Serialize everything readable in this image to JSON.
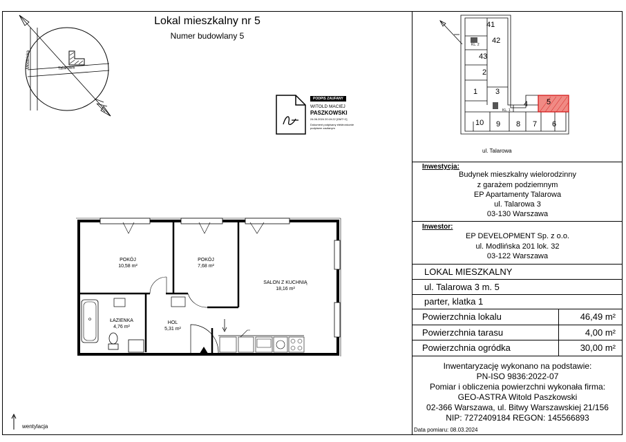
{
  "header": {
    "title": "Lokal mieszkalny nr 5",
    "subtitle": "Numer budowlany 5"
  },
  "map": {
    "street_vertical": "Modlińska",
    "street_horizontal": "Talarowa"
  },
  "signature": {
    "badge": "PODPIS ZAUFANY",
    "name_line1": "WITOLD MACIEJ",
    "name_line2": "PASZKOWSKI",
    "timestamp": "24.06.2024 20:19:22 [GMT+2]",
    "note_line1": "Dokument podpisany elektronicznie",
    "note_line2": "podpisem zaufanym"
  },
  "key_plan": {
    "units": [
      "41",
      "42",
      "43",
      "2",
      "1",
      "3",
      "4",
      "5",
      "10",
      "9",
      "8",
      "7",
      "6"
    ],
    "stair_labels": [
      "KL. 2",
      "KL. 1"
    ],
    "street": "ul. Talarowa",
    "highlight_color": "#e0403a"
  },
  "investment": {
    "label": "Inwestycja:",
    "lines": [
      "Budynek mieszkalny wielorodzinny",
      "z garażem podziemnym",
      "EP Apartamenty Talarowa",
      "ul. Talarowa 3",
      "03-130 Warszawa"
    ]
  },
  "investor": {
    "label": "Inwestor:",
    "lines": [
      "EP DEVELOPMENT Sp. z o.o.",
      "ul. Modlińska 201 lok. 32",
      "03-122 Warszawa"
    ]
  },
  "unit": {
    "heading": "LOKAL MIESZKALNY",
    "address": "ul. Talarowa 3 m. 5",
    "floor": "parter, klatka 1",
    "areas": [
      {
        "label": "Powierzchnia lokalu",
        "value": "46,49 m²"
      },
      {
        "label": "Powierzchnia tarasu",
        "value": "4,00 m²"
      },
      {
        "label": "Powierzchnia ogródka",
        "value": "30,00 m²"
      }
    ]
  },
  "survey": {
    "lines": [
      "Inwentaryzację wykonano na podstawie:",
      "PN-ISO 9836:2022-07",
      "Pomiar i obliczenia powierzchni wykonała firma:",
      "GEO-ASTRA Witold Paszkowski",
      "02-366 Warszawa, ul. Bitwy Warszawskiej  21/156",
      "NIP: 7272409184 REGON: 145566893"
    ],
    "date": "Data pomiaru: 08.03.2024"
  },
  "plan": {
    "rooms": [
      {
        "name": "POKÓJ",
        "area": "10,58 m²"
      },
      {
        "name": "POKÓJ",
        "area": "7,68 m²"
      },
      {
        "name": "SALON Z KUCHNIĄ",
        "area": "18,16 m²"
      },
      {
        "name": "ŁAZIENKA",
        "area": "4,76 m²"
      },
      {
        "name": "HOL",
        "area": "5,31 m²"
      }
    ]
  },
  "legend": {
    "ventilation": "wentylacja"
  }
}
